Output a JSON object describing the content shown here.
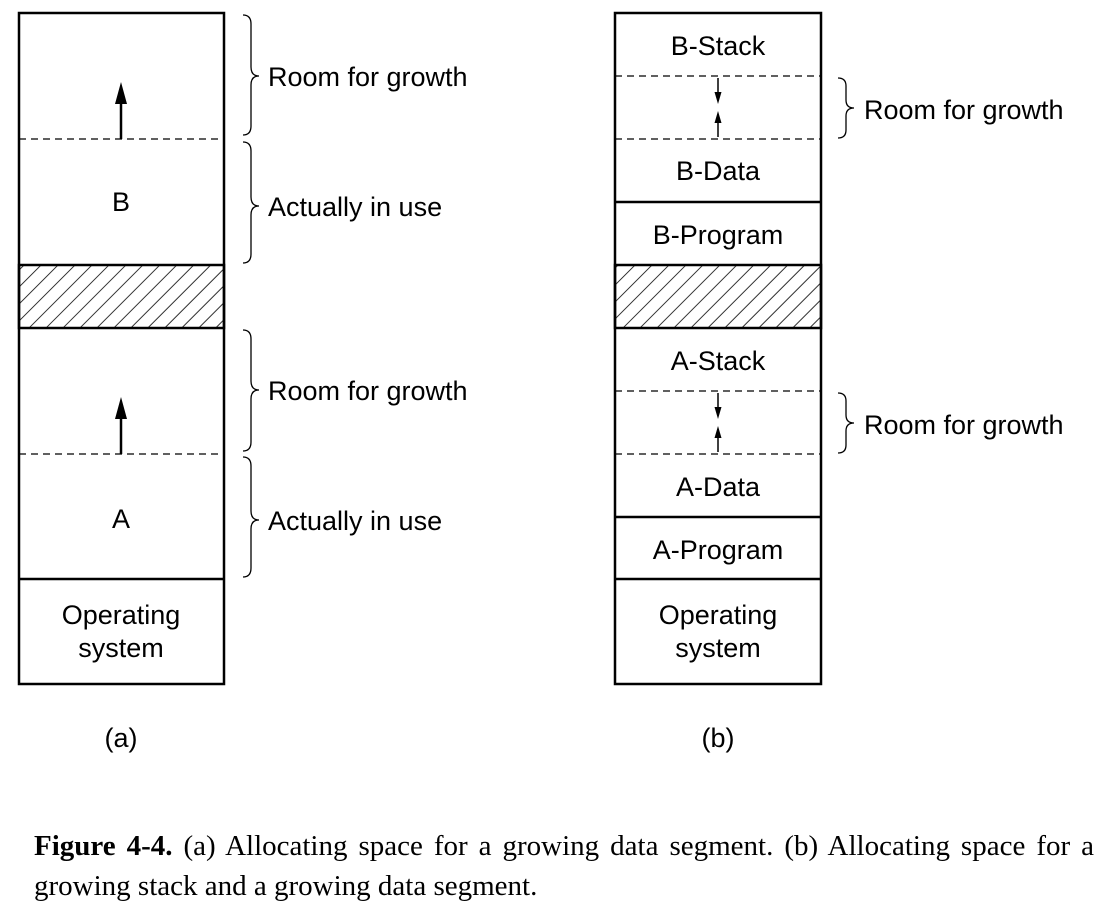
{
  "diagram_a": {
    "blocks": {
      "room_b": "",
      "b": "B",
      "room_a": "",
      "a": "A",
      "os": [
        "Operating",
        "system"
      ]
    },
    "annotations": {
      "room_growth_b": "Room for growth",
      "in_use_b": "Actually in use",
      "room_growth_a": "Room for growth",
      "in_use_a": "Actually in use"
    },
    "label": "(a)"
  },
  "diagram_b": {
    "blocks": {
      "b_stack": "B-Stack",
      "b_data": "B-Data",
      "b_program": "B-Program",
      "a_stack": "A-Stack",
      "a_data": "A-Data",
      "a_program": "A-Program",
      "os": [
        "Operating",
        "system"
      ]
    },
    "annotations": {
      "room_growth_b": "Room for growth",
      "room_growth_a": "Room for growth"
    },
    "label": "(b)"
  },
  "caption": {
    "figure_label": "Figure 4-4.",
    "text": " (a) Allocating space for a growing data segment.  (b) Allocating space for a growing stack and a growing data segment."
  }
}
